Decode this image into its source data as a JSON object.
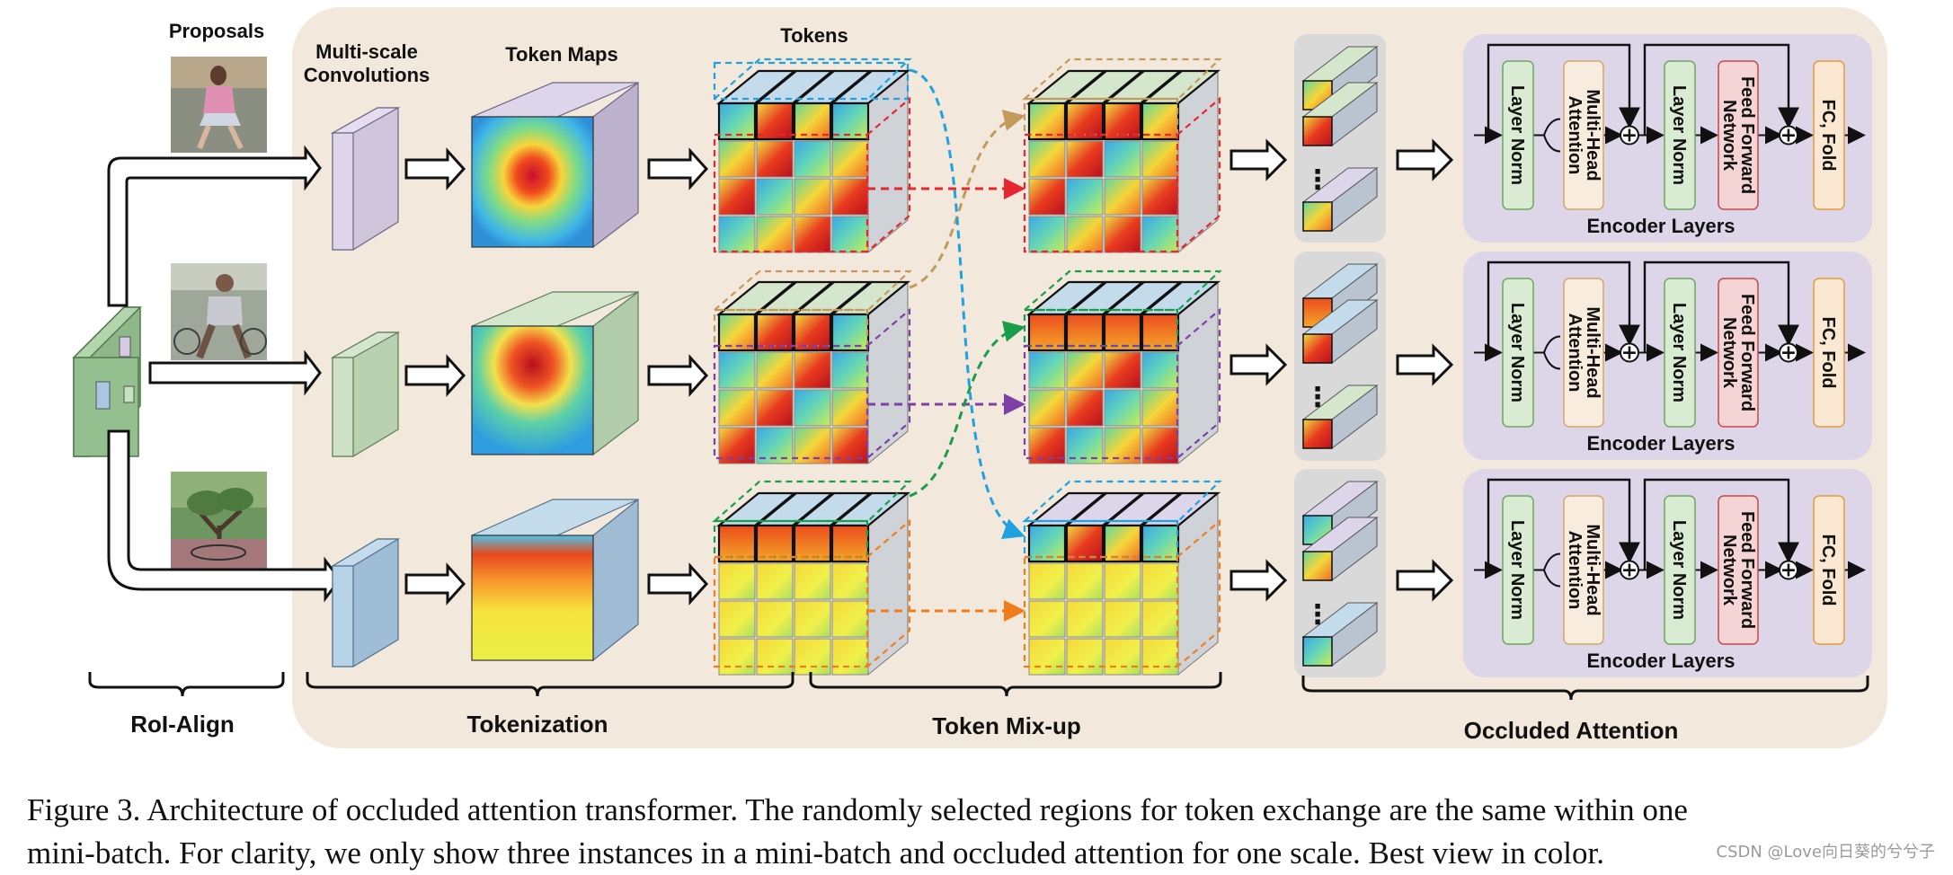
{
  "labels": {
    "proposals": "Proposals",
    "multiscale_line1": "Multi-scale",
    "multiscale_line2": "Convolutions",
    "token_maps": "Token Maps",
    "tokens": "Tokens",
    "roi_align": "RoI-Align",
    "tokenization": "Tokenization",
    "token_mixup": "Token Mix-up",
    "occluded_attention": "Occluded Attention",
    "ellipsis": "⋮"
  },
  "encoder": {
    "title": "Encoder Layers",
    "layer_norm": "Layer Norm",
    "mha_line1": "Multi-Head",
    "mha_line2": "Attention",
    "ffn_line1": "Feed Forward",
    "ffn_line2": "Network",
    "fc_fold": "FC, Fold",
    "plus": "+"
  },
  "caption": {
    "line1": "Figure 3.  Architecture of occluded attention transformer.  The randomly selected regions for token exchange are the same within one",
    "line2": "mini-batch. For clarity, we only show three instances in a mini-batch and occluded attention for one scale. Best view in color."
  },
  "watermark": "CSDN @Love向日葵的兮兮子",
  "colors": {
    "panel_bg": "#f2e8dc",
    "encoder_bg": "#ddd6e8",
    "stack_bg": "#d9d9d9",
    "layer_norm_fill": "#d9ebd3",
    "mha_fill": "#f7ecdd",
    "ffn_fill": "#f4d4d4",
    "fc_fill": "#fbe8d2",
    "arrow_red": "#e8262d",
    "arrow_purple": "#7e3fa6",
    "arrow_orange": "#f07d1c",
    "arrow_tan": "#c49a5c",
    "arrow_green": "#1a9d4a",
    "arrow_blue": "#1fa2e0"
  }
}
